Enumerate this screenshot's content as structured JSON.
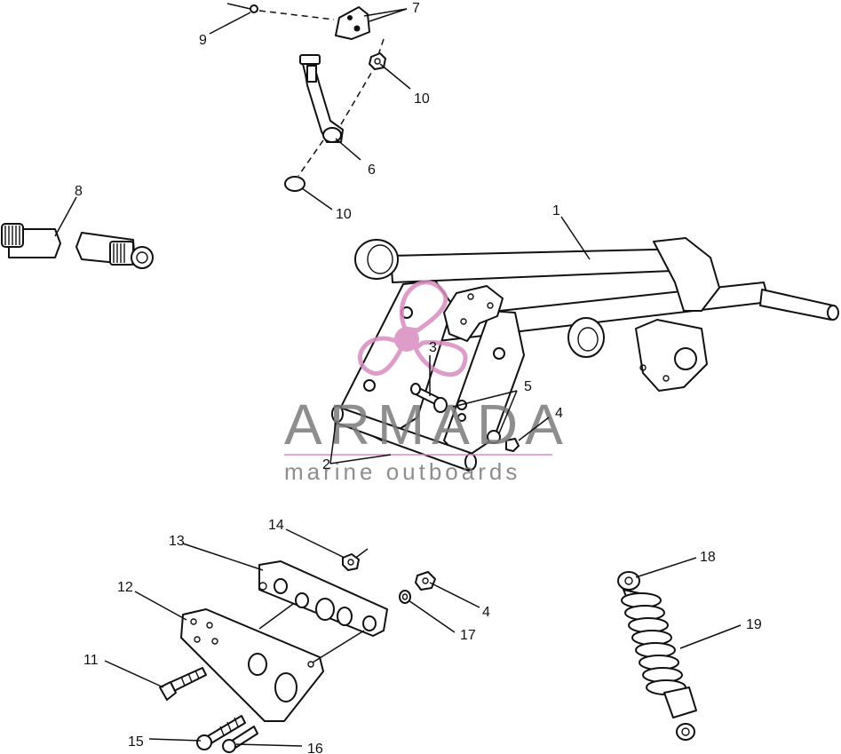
{
  "diagram": {
    "callouts": [
      {
        "id": "c1",
        "label": "1"
      },
      {
        "id": "c2",
        "label": "2"
      },
      {
        "id": "c3",
        "label": "3"
      },
      {
        "id": "c4a",
        "label": "4"
      },
      {
        "id": "c4b",
        "label": "4"
      },
      {
        "id": "c5",
        "label": "5"
      },
      {
        "id": "c6",
        "label": "6"
      },
      {
        "id": "c7",
        "label": "7"
      },
      {
        "id": "c8",
        "label": "8"
      },
      {
        "id": "c9",
        "label": "9"
      },
      {
        "id": "c10a",
        "label": "10"
      },
      {
        "id": "c10b",
        "label": "10"
      },
      {
        "id": "c11",
        "label": "11"
      },
      {
        "id": "c12",
        "label": "12"
      },
      {
        "id": "c13",
        "label": "13"
      },
      {
        "id": "c14",
        "label": "14"
      },
      {
        "id": "c15",
        "label": "15"
      },
      {
        "id": "c16",
        "label": "16"
      },
      {
        "id": "c17",
        "label": "17"
      },
      {
        "id": "c18",
        "label": "18"
      },
      {
        "id": "c19",
        "label": "19"
      }
    ]
  },
  "watermark": {
    "brand": "ARMADA",
    "tagline": "marine outboards",
    "logo_color": "#d98cc0",
    "text_color": "#7a7a7a"
  }
}
